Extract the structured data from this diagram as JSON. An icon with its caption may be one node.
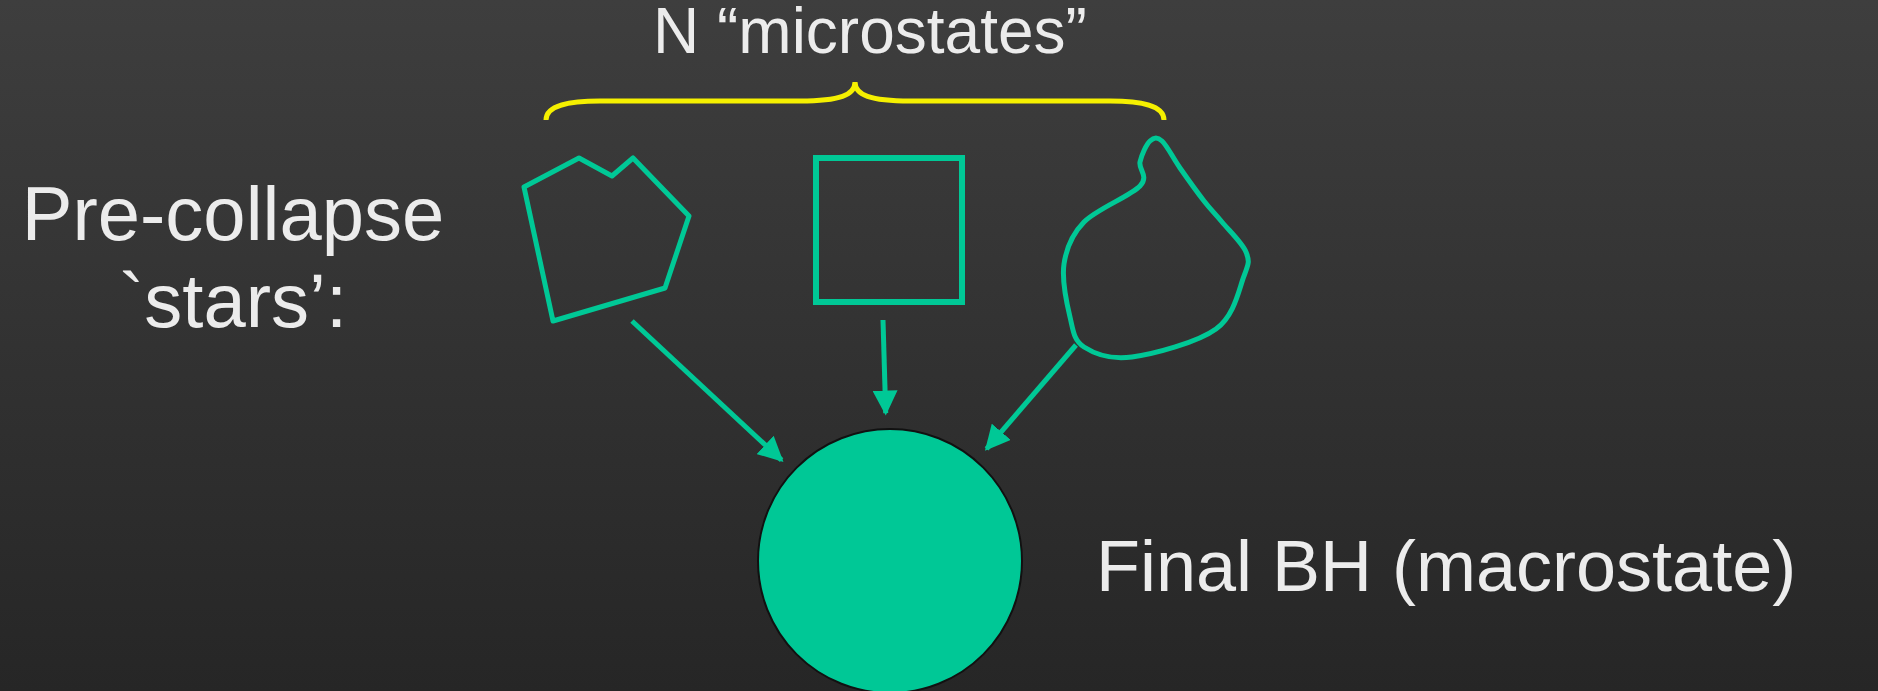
{
  "diagram": {
    "nodes": [
      {
        "text": [],
        "shape": "pentagon"
      },
      {
        "text": [],
        "shape": "box"
      },
      {
        "text": [],
        "shape": "blob"
      },
      {
        "text": [],
        "shape": "circle",
        "beside": [
          "Final BH (macrostate)"
        ]
      }
    ],
    "edges": [
      {
        "from": 0,
        "to": 3,
        "arrow": "to"
      },
      {
        "from": 1,
        "to": 3,
        "arrow": "to"
      },
      {
        "from": 2,
        "to": 3,
        "arrow": "to"
      }
    ],
    "labels": [
      "N “microstates”",
      "Pre-collapse `stars’:"
    ]
  }
}
